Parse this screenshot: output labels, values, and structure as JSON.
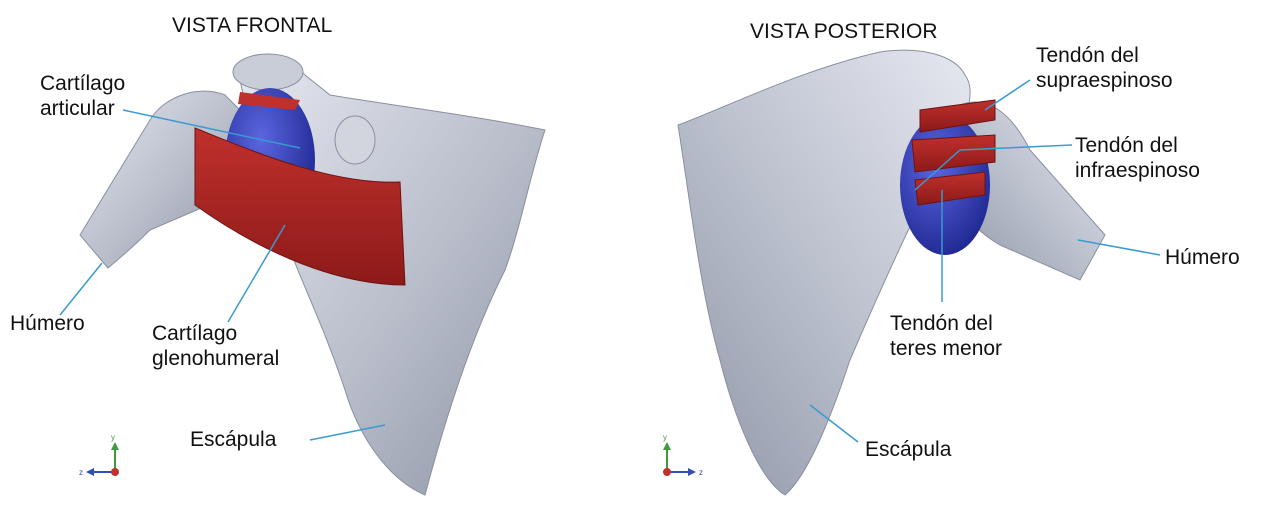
{
  "front_view": {
    "title": "VISTA FRONTAL",
    "labels": {
      "articular_line1": "Cartílago",
      "articular_line2": "articular",
      "humerus": "Húmero",
      "glenohumeral_line1": "Cartílago",
      "glenohumeral_line2": "glenohumeral",
      "scapula": "Escápula"
    },
    "axis": {
      "vertical": "y",
      "horizontal": "z"
    }
  },
  "back_view": {
    "title": "VISTA POSTERIOR",
    "labels": {
      "supraspinatus_line1": "Tendón del",
      "supraspinatus_line2": "supraespinoso",
      "infraspinatus_line1": "Tendón del",
      "infraspinatus_line2": "infraespinoso",
      "humerus": "Húmero",
      "teres_line1": "Tendón del",
      "teres_line2": "teres menor",
      "scapula": "Escápula"
    },
    "axis": {
      "vertical": "y",
      "horizontal": "z"
    }
  },
  "colors": {
    "bone": "#b7bcc9",
    "cartilage_blue": "#2a36b8",
    "tendon_red": "#a8201f",
    "leader_line": "#3a9ad0"
  }
}
